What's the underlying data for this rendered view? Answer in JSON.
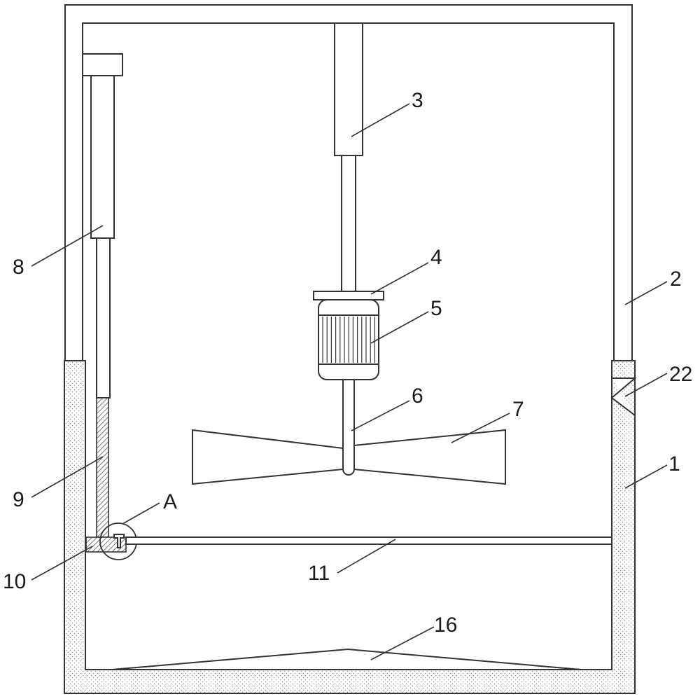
{
  "figure": {
    "colors": {
      "line": "#333333",
      "stipple": "#9a9a9a",
      "hatch": "#555555",
      "background": "#ffffff"
    },
    "labels": {
      "n1": "1",
      "n2": "2",
      "n3": "3",
      "n4": "4",
      "n5": "5",
      "n6": "6",
      "n7": "7",
      "n8": "8",
      "n9": "9",
      "n10": "10",
      "n11": "11",
      "n16": "16",
      "n22": "22",
      "a": "A"
    }
  }
}
